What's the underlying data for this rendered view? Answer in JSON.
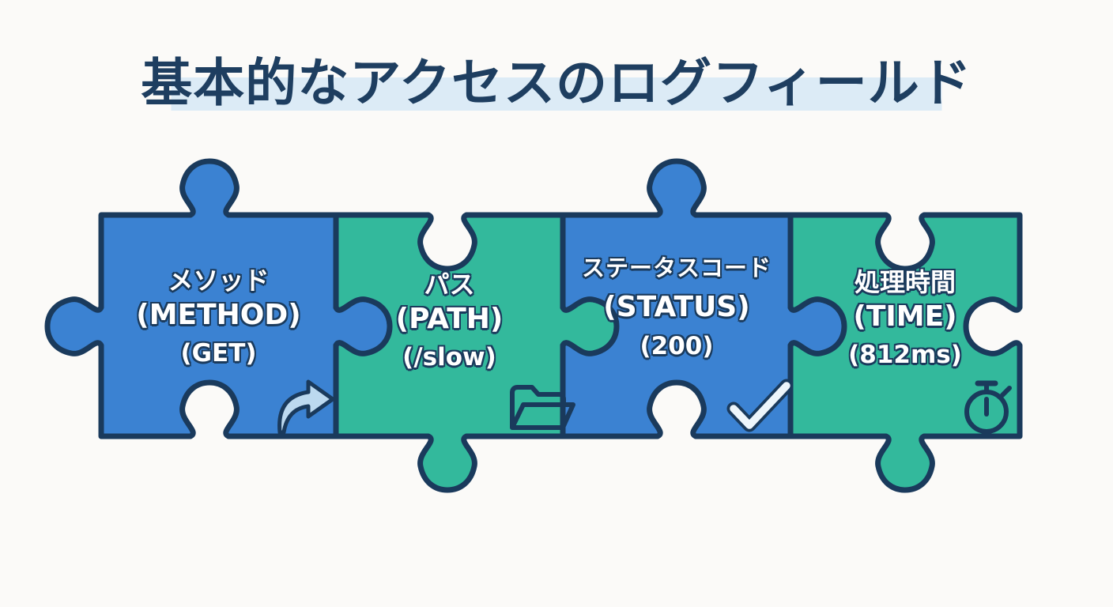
{
  "title": {
    "text": "基本的なアクセスのログフィールド"
  },
  "colors": {
    "background": "#fbfaf8",
    "outline": "#1a3a5c",
    "blue": "#3b82d2",
    "teal": "#33b99c",
    "title_color": "#1e3e60",
    "title_highlight": "#dcebf6",
    "piece_text": "#ffffff",
    "arrow_fill": "#bcd9ef",
    "check_fill": "#edf5fb"
  },
  "pieces": [
    {
      "name": "method",
      "label_ja": "メソッド",
      "label_en": "(METHOD)",
      "value": "(GET)",
      "icon": "share-arrow-icon",
      "fill": "#3b82d2"
    },
    {
      "name": "path",
      "label_ja": "パス",
      "label_en": "(PATH)",
      "value": "(/slow)",
      "icon": "open-folder-icon",
      "fill": "#33b99c"
    },
    {
      "name": "status",
      "label_ja": "ステータスコード",
      "label_en": "(STATUS)",
      "value": "(200)",
      "icon": "check-icon",
      "fill": "#3b82d2"
    },
    {
      "name": "time",
      "label_ja": "処理時間",
      "label_en": "(TIME)",
      "value": "(812ms)",
      "icon": "stopwatch-icon",
      "fill": "#33b99c"
    }
  ]
}
